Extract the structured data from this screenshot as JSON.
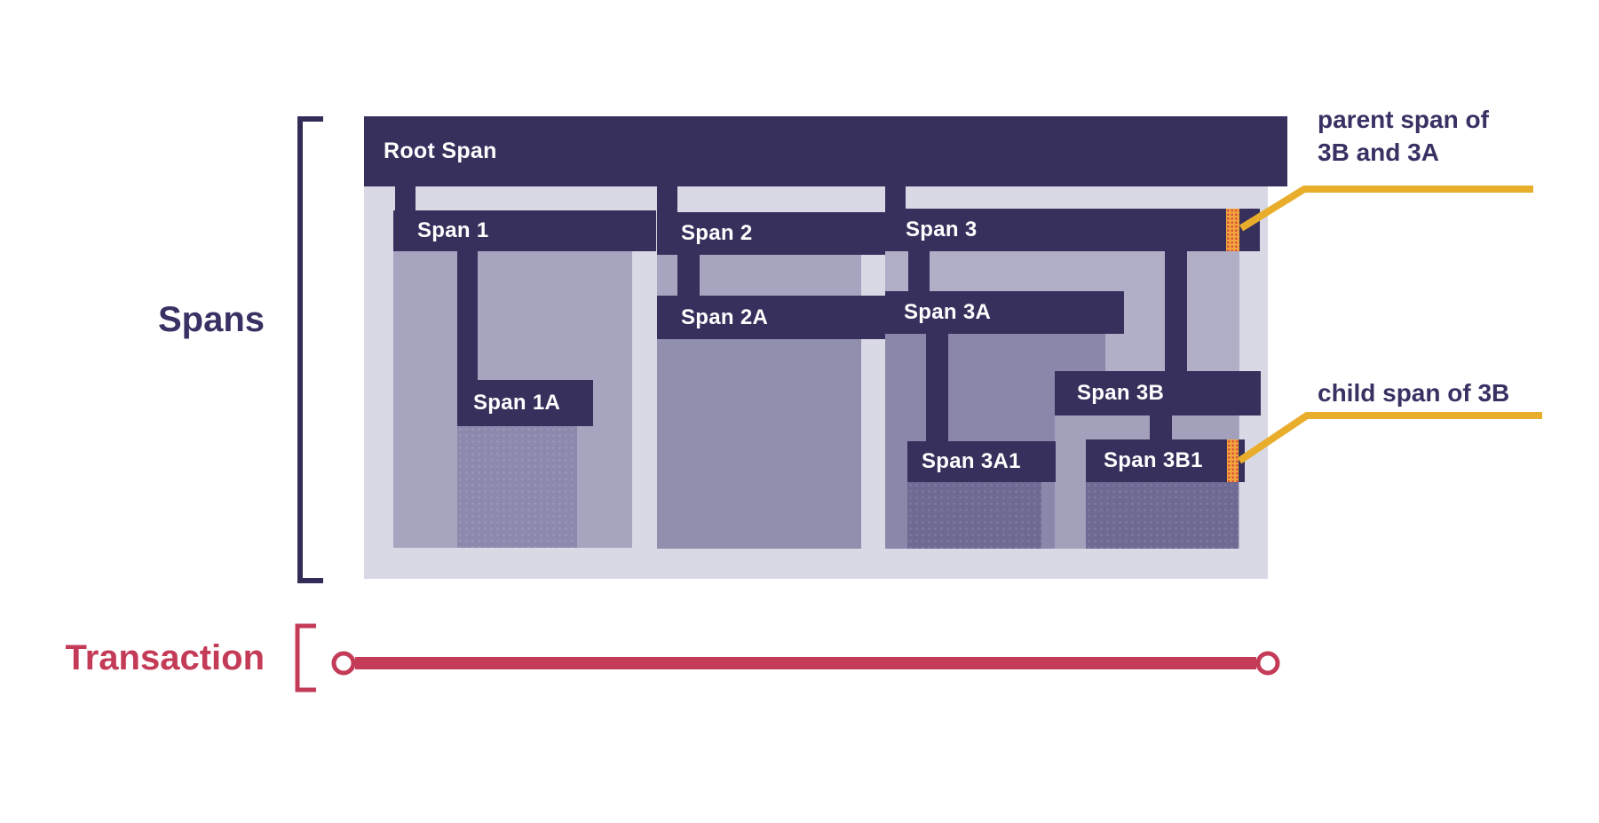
{
  "diagram": {
    "side_labels": {
      "spans": "Spans",
      "transaction": "Transaction"
    },
    "span_bars": {
      "root": "Root Span",
      "span1": "Span 1",
      "span1a": "Span 1A",
      "span2": "Span 2",
      "span2a": "Span 2A",
      "span3": "Span 3",
      "span3a": "Span 3A",
      "span3a1": "Span 3A1",
      "span3b": "Span 3B",
      "span3b1": "Span 3B1"
    },
    "annotations": {
      "parent_line1": "parent span of",
      "parent_line2": "3B and 3A",
      "child": "child span of 3B"
    },
    "hierarchy": {
      "root": [
        "span1",
        "span2",
        "span3"
      ],
      "span1": [
        "span1a"
      ],
      "span2": [
        "span2a"
      ],
      "span3": [
        "span3a",
        "span3b"
      ],
      "span3a": [
        "span3a1"
      ],
      "span3b": [
        "span3b1"
      ]
    },
    "colors": {
      "span_bar_dark": "#38305c",
      "container_light": "#d9d8e5",
      "content_mid": "#a7a4c0",
      "content_span3": "#b1aec7",
      "content_2a": "#918fae",
      "content_3a": "#8b87ab",
      "content_3b": "#a3a0bc",
      "content_deep": "#6e6a93",
      "marker_orange": "#f2a53b",
      "marker_dot_red": "#d8503f",
      "callout_yellow": "#e9ad2c",
      "transaction_red": "#c43b58",
      "label_indigo": "#393063"
    }
  }
}
